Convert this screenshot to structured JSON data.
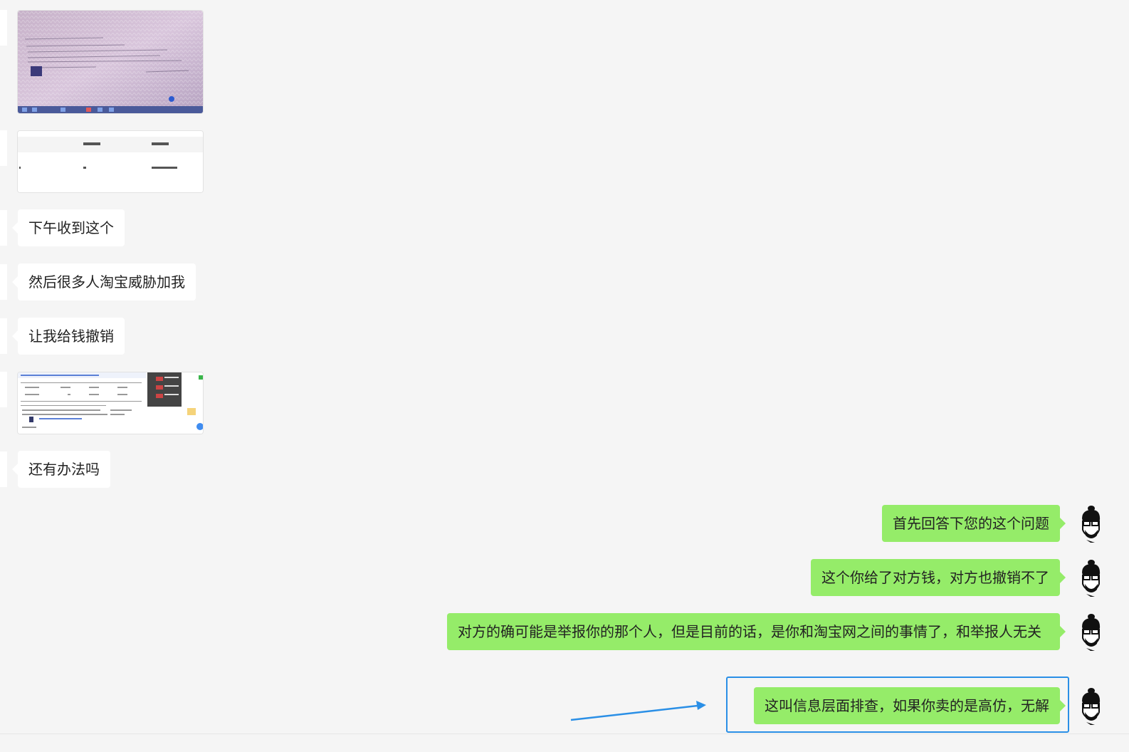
{
  "messages_left": [
    {
      "type": "image",
      "content": "screenshot-photo"
    },
    {
      "type": "image",
      "content": "table-screenshot"
    },
    {
      "type": "text",
      "text": "下午收到这个"
    },
    {
      "type": "text",
      "text": "然后很多人淘宝威胁加我"
    },
    {
      "type": "text",
      "text": "让我给钱撤销"
    },
    {
      "type": "image",
      "content": "webpage-screenshot"
    },
    {
      "type": "text",
      "text": "还有办法吗"
    }
  ],
  "messages_right": [
    {
      "text": "首先回答下您的这个问题"
    },
    {
      "text": "这个你给了对方钱，对方也撤销不了"
    },
    {
      "text": "对方的确可能是举报你的那个人，但是目前的话，是你和淘宝网之间的事情了，和举报人无关"
    },
    {
      "text": "这叫信息层面排查，如果你卖的是高仿，无解"
    }
  ],
  "annotation": {
    "color": "#2a8fe6",
    "shape": "arrow",
    "target": "last-right-message"
  },
  "colors": {
    "background": "#f5f5f5",
    "bubble_left": "#ffffff",
    "bubble_right": "#95ec69",
    "highlight": "#2a8fe6"
  }
}
